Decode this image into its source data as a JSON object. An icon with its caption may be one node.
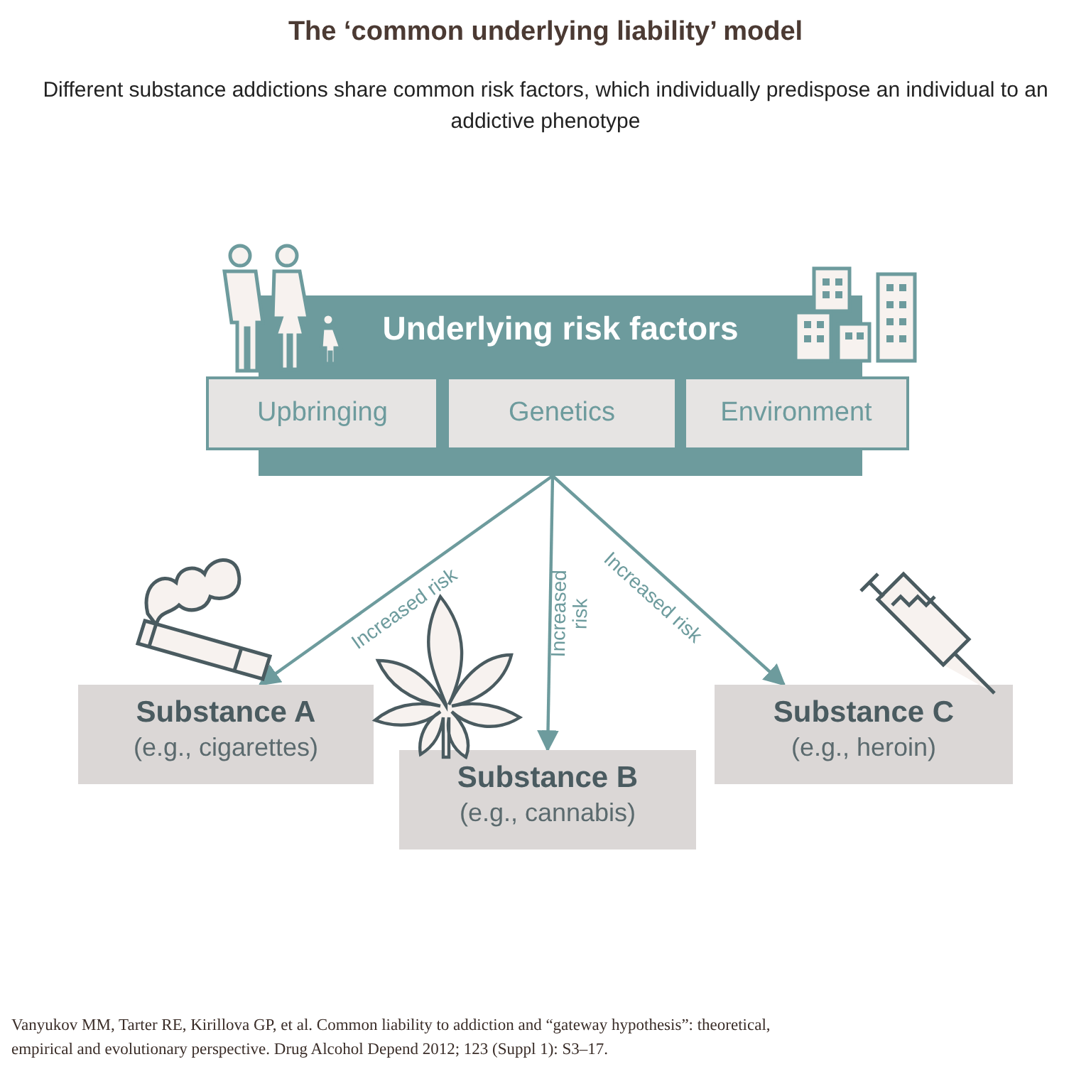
{
  "diagram": {
    "title": "The ‘common underlying liability’ model",
    "nodes": [
      {
        "text": [
          "Underlying risk factors"
        ]
      },
      {
        "text": [
          "Upbringing"
        ]
      },
      {
        "text": [
          "Genetics"
        ],
        "in": 0
      },
      {
        "text": [
          "Environment"
        ]
      },
      {
        "text": [
          "Substance A",
          "(e.g., cigarettes)"
        ]
      },
      {
        "text": [
          "Substance B",
          "(e.g., cannabis)"
        ]
      },
      {
        "text": [
          "Substance C",
          "(e.g., heroin)"
        ]
      }
    ],
    "edges": [
      {
        "from": 0,
        "to": 4,
        "arrow": "to",
        "label": "Increased risk"
      },
      {
        "from": 0,
        "to": 5,
        "arrow": "to",
        "label": "Increased risk"
      },
      {
        "from": 0,
        "to": 6,
        "arrow": "to",
        "label": "Increased risk"
      }
    ],
    "labels": [
      "Different substance addictions share common risk factors, which individually predispose an individual to an addictive phenotype",
      "Vanyukov MM, Tarter RE, Kirillova GP, et al. Common liability to addiction and “gateway hypothesis”: theoretical, empirical and evolutionary perspective. Drug Alcohol Depend 2012; 123 (Suppl 1): S3–17."
    ]
  }
}
